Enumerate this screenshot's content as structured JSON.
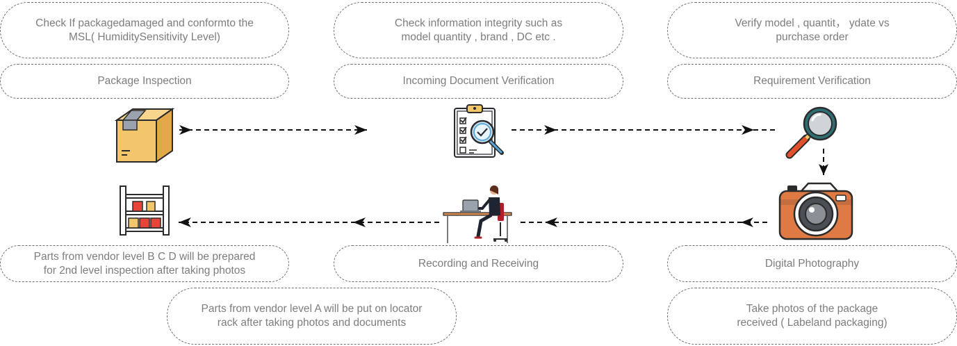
{
  "top": {
    "col1": {
      "description_lines": [
        "Check If packagedamaged and conformto the",
        "MSL( HumiditySensitivity Level)"
      ],
      "title": "Package Inspection"
    },
    "col2": {
      "description_lines": [
        "Check information integrity such as",
        "model quantity , brand , DC etc ."
      ],
      "title": "Incoming Document Verification"
    },
    "col3": {
      "description_lines": [
        "Verify model , quantit， ydate vs",
        "purchase order"
      ],
      "title": "Requirement Verification"
    }
  },
  "bottom": {
    "col1": {
      "description_lines": [
        "Parts from vendor level B C D will be prepared",
        "for 2nd level inspection after taking photos"
      ]
    },
    "col2": {
      "title": "Recording and Receiving",
      "note_lines": [
        "Parts from vendor level A will be put on locator",
        "rack after taking photos and documents"
      ]
    },
    "col3": {
      "title": "Digital Photography",
      "note_lines": [
        "Take photos of the package",
        "received ( Labeland packaging)"
      ]
    }
  },
  "icons": {
    "package": "cardboard-box-icon",
    "document": "clipboard-checklist-magnifier-icon",
    "verify": "magnifying-glass-icon",
    "photo": "camera-icon",
    "record": "person-at-desk-laptop-icon",
    "store": "storage-shelf-rack-icon"
  },
  "colors": {
    "text": "#7d7d7d",
    "border": "#6f6f6f",
    "arrow": "#111111",
    "box": "#f3c66b",
    "camera_body": "#e07a44",
    "magnifier_handle": "#e0512b",
    "shelf_boxes": "#e8443a"
  }
}
